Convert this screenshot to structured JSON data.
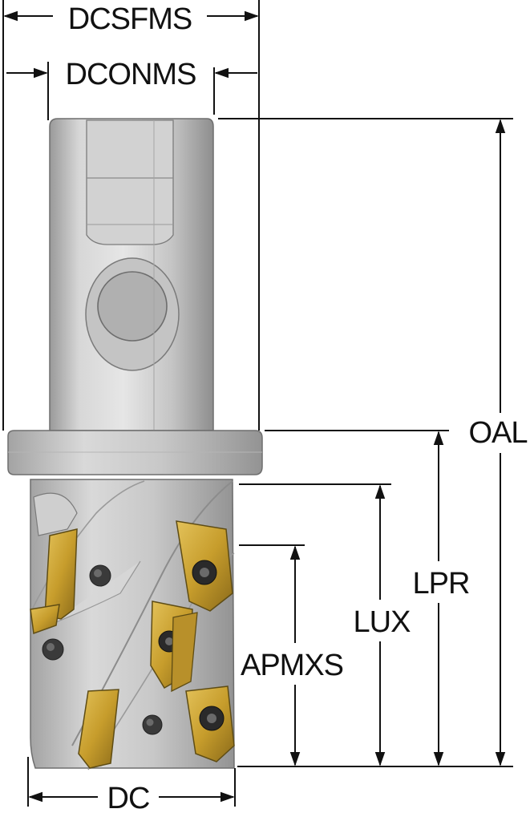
{
  "labels": {
    "dcsfms": "DCSFMS",
    "dconms": "DCONMS",
    "oal": "OAL",
    "lpr": "LPR",
    "lux": "LUX",
    "apmxs": "APMXS",
    "dc": "DC"
  },
  "colors": {
    "line": "#111111",
    "shank_light": "#dcdcdc",
    "shank_mid": "#b9b9b9",
    "shank_dark": "#8f8f8f",
    "insert_gold": "#c9a232",
    "insert_dark": "#6b5a1e",
    "screw": "#2a2a2a"
  }
}
